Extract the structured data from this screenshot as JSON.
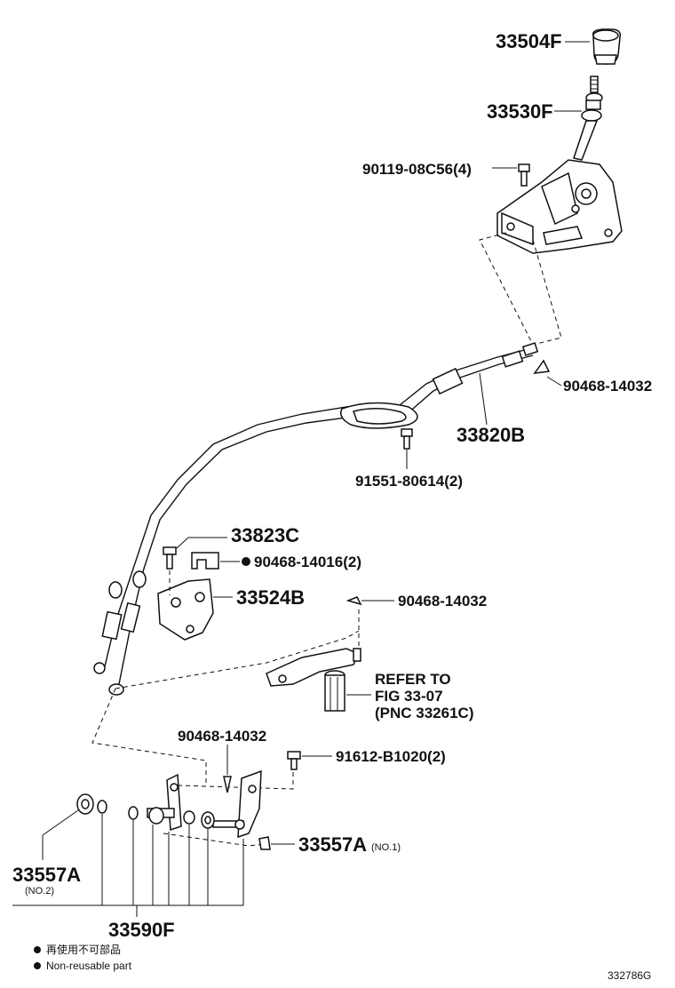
{
  "labels": {
    "shift_knob": "33504F",
    "shift_lever": "33530F",
    "bolt_4": "90119-08C56(4)",
    "clip_top": "90468-14032",
    "cable_assy": "33820B",
    "bolt_2": "91551-80614(2)",
    "bolt_33823": "33823C",
    "clip_14016": "90468-14016(2)",
    "bracket_33524": "33524B",
    "clip_mid": "90468-14032",
    "refer_line1": "REFER TO",
    "refer_line2": "FIG 33-07",
    "refer_line3": "(PNC 33261C)",
    "clip_lower": "90468-14032",
    "bolt_91612": "91612-B1020(2)",
    "bushing_no1": "33557A",
    "bushing_no1_sub": "(NO.1)",
    "bushing_no2": "33557A",
    "bushing_no2_sub": "(NO.2)",
    "kit_33590": "33590F"
  },
  "legend": {
    "line_cn": "再使用不可部品",
    "line_en": "Non-reusable part"
  },
  "figure_id": "332786G"
}
